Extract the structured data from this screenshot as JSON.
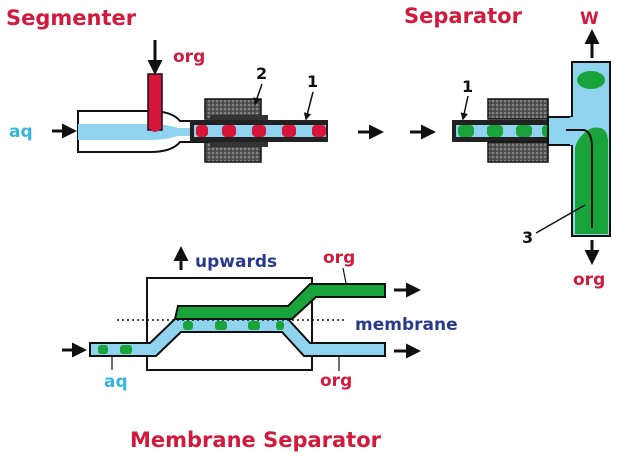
{
  "titles": {
    "segmenter": "Segmenter",
    "separator": "Separator",
    "membrane_separator": "Membrane Separator"
  },
  "labels": {
    "org": "org",
    "aq": "aq",
    "w": "W",
    "upwards": "upwards",
    "membrane": "membrane",
    "num1": "1",
    "num2": "2",
    "num3": "3"
  },
  "colors": {
    "title_red": "#d11a3c",
    "aqueous_blue": "#8fd3ef",
    "organic_green": "#18a43a",
    "organic_red": "#d8163c",
    "navy_text": "#2a3a8a",
    "cyan_text": "#35b7dd"
  }
}
